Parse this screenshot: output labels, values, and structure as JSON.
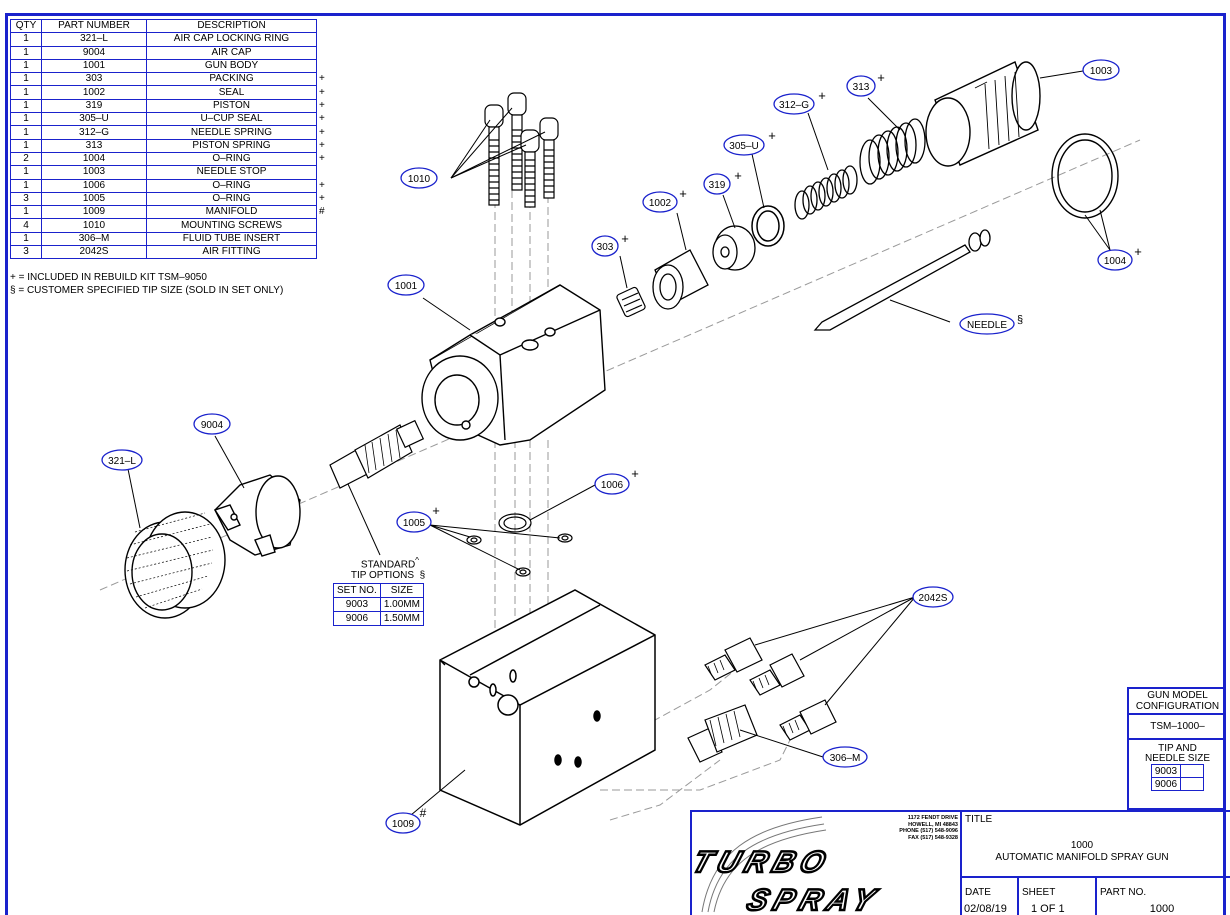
{
  "bom": {
    "headers": [
      "QTY",
      "PART NUMBER",
      "DESCRIPTION"
    ],
    "rows": [
      {
        "qty": "1",
        "part": "321–L",
        "desc": "AIR CAP LOCKING RING",
        "mark": ""
      },
      {
        "qty": "1",
        "part": "9004",
        "desc": "AIR CAP",
        "mark": ""
      },
      {
        "qty": "1",
        "part": "1001",
        "desc": "GUN BODY",
        "mark": ""
      },
      {
        "qty": "1",
        "part": "303",
        "desc": "PACKING",
        "mark": "+"
      },
      {
        "qty": "1",
        "part": "1002",
        "desc": "SEAL",
        "mark": "+"
      },
      {
        "qty": "1",
        "part": "319",
        "desc": "PISTON",
        "mark": "+"
      },
      {
        "qty": "1",
        "part": "305–U",
        "desc": "U–CUP SEAL",
        "mark": "+"
      },
      {
        "qty": "1",
        "part": "312–G",
        "desc": "NEEDLE SPRING",
        "mark": "+"
      },
      {
        "qty": "1",
        "part": "313",
        "desc": "PISTON SPRING",
        "mark": "+"
      },
      {
        "qty": "2",
        "part": "1004",
        "desc": "O–RING",
        "mark": "+"
      },
      {
        "qty": "1",
        "part": "1003",
        "desc": "NEEDLE STOP",
        "mark": ""
      },
      {
        "qty": "1",
        "part": "1006",
        "desc": "O–RING",
        "mark": "+"
      },
      {
        "qty": "3",
        "part": "1005",
        "desc": "O–RING",
        "mark": "+"
      },
      {
        "qty": "1",
        "part": "1009",
        "desc": "MANIFOLD",
        "mark": "#"
      },
      {
        "qty": "4",
        "part": "1010",
        "desc": "MOUNTING SCREWS",
        "mark": ""
      },
      {
        "qty": "1",
        "part": "306–M",
        "desc": "FLUID TUBE INSERT",
        "mark": ""
      },
      {
        "qty": "3",
        "part": "2042S",
        "desc": "AIR FITTING",
        "mark": ""
      }
    ]
  },
  "notes": {
    "rebuild": "+ = INCLUDED IN REBUILD KIT TSM–9050",
    "tip": "§ = CUSTOMER SPECIFIED TIP SIZE (SOLD IN SET ONLY)"
  },
  "callouts": {
    "c1003": "1003",
    "c313": "313",
    "c312g": "312–G",
    "c305u": "305–U",
    "c319": "319",
    "c1002": "1002",
    "c303": "303",
    "c1010": "1010",
    "c1001": "1001",
    "c1004": "1004",
    "cneedle": "NEEDLE",
    "c9004": "9004",
    "c321l": "321–L",
    "c1006": "1006",
    "c1005": "1005",
    "c2042s": "2042S",
    "c306m": "306–M",
    "c1009": "1009"
  },
  "symbols": {
    "plus": "+",
    "hash": "#",
    "section": "§"
  },
  "tip_options": {
    "title1": "STANDARD",
    "title1_mark": "^",
    "title2": "TIP OPTIONS",
    "headers": [
      "SET NO.",
      "SIZE"
    ],
    "rows": [
      {
        "set": "9003",
        "size": "1.00MM"
      },
      {
        "set": "9006",
        "size": "1.50MM"
      }
    ]
  },
  "config": {
    "heading1": "GUN MODEL",
    "heading2": "CONFIGURATION",
    "model": "TSM–1000–",
    "tip_heading1": "TIP AND",
    "tip_heading2": "NEEDLE SIZE",
    "options": [
      "9003",
      "9006"
    ]
  },
  "title_block": {
    "address": [
      "1172 FENDT DRIVE",
      "HOWELL, MI 48843",
      "PHONE (517) 548-9096",
      "FAX (517) 548-9328"
    ],
    "logo_line1": "TURBO",
    "logo_line2": "SPRAY",
    "title_label": "TITLE",
    "title_number": "1000",
    "title_name": "AUTOMATIC MANIFOLD SPRAY GUN",
    "date_label": "DATE",
    "date": "02/08/19",
    "sheet_label": "SHEET",
    "sheet": "1 OF 1",
    "part_label": "PART NO.",
    "part": "1000"
  },
  "colors": {
    "frame": "#1a22cc",
    "line": "#000000",
    "hidden": "#9a9a9a"
  }
}
